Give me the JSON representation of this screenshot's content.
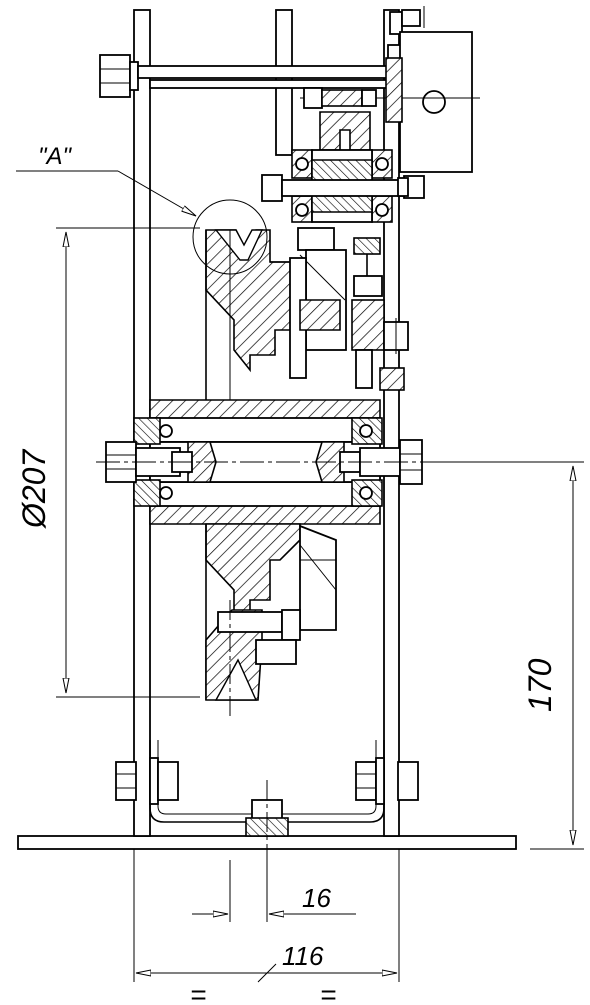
{
  "drawing": {
    "callout_label": "\"A\"",
    "dimensions": {
      "pulley_diameter": "Ø207",
      "axle_height": "170",
      "offset": "16",
      "base_width": "116",
      "equal_left": "=",
      "equal_right": "="
    }
  }
}
